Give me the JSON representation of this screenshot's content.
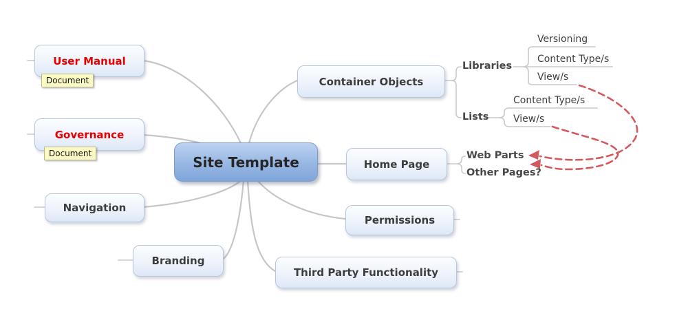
{
  "map": {
    "root": {
      "label": "Site Template"
    },
    "topics": {
      "user_manual": {
        "label": "User Manual",
        "tag": "Document",
        "emphasis": "red"
      },
      "governance": {
        "label": "Governance",
        "tag": "Document",
        "emphasis": "red"
      },
      "navigation": {
        "label": "Navigation"
      },
      "branding": {
        "label": "Branding"
      },
      "container_objects": {
        "label": "Container Objects"
      },
      "home_page": {
        "label": "Home Page"
      },
      "permissions": {
        "label": "Permissions"
      },
      "third_party": {
        "label": "Third Party Functionality"
      },
      "libraries": {
        "label": "Libraries",
        "items": [
          "Versioning",
          "Content Type/s",
          "View/s"
        ]
      },
      "lists": {
        "label": "Lists",
        "items": [
          "Content Type/s",
          "View/s"
        ]
      },
      "web_parts": {
        "label": "Web Parts"
      },
      "other_pages": {
        "label": "Other Pages?"
      }
    },
    "relationships": [
      {
        "from": "Libraries / View/s",
        "to": "Web Parts",
        "style": "dashed-arrow"
      },
      {
        "from": "Lists / View/s",
        "to": "Web Parts",
        "style": "dashed-arrow"
      }
    ],
    "colors": {
      "emphasis_text": "#e60000",
      "topic_text": "#3d3d3d",
      "relationship_line": "#d25a5e",
      "branch_line": "#c6c6c6",
      "bracket_line": "#c9c9c9",
      "tag_fill": "#fbf9c4"
    }
  }
}
